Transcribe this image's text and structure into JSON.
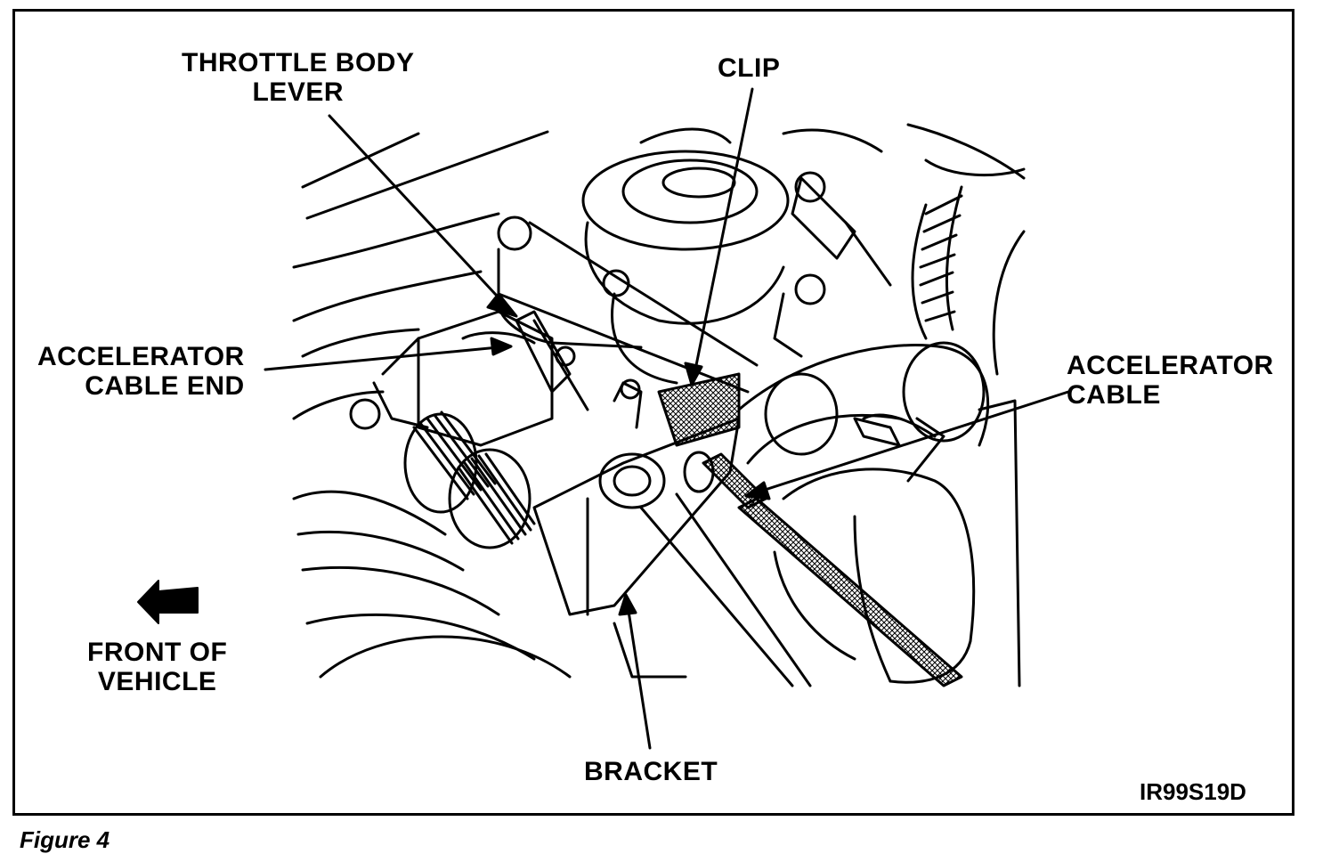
{
  "figure": {
    "caption": "Figure 4",
    "code": "IR99S19D"
  },
  "labels": {
    "throttle_body_lever": [
      "THROTTLE BODY",
      "LEVER"
    ],
    "clip": "CLIP",
    "accelerator_cable_end": [
      "ACCELERATOR",
      "CABLE END"
    ],
    "accelerator_cable": [
      "ACCELERATOR",
      "CABLE"
    ],
    "front_of_vehicle": [
      "FRONT OF",
      "VEHICLE"
    ],
    "bracket": "BRACKET"
  },
  "colors": {
    "ink": "#000000",
    "paper": "#ffffff"
  },
  "icons": {
    "front_arrow": "left-arrow-icon"
  }
}
